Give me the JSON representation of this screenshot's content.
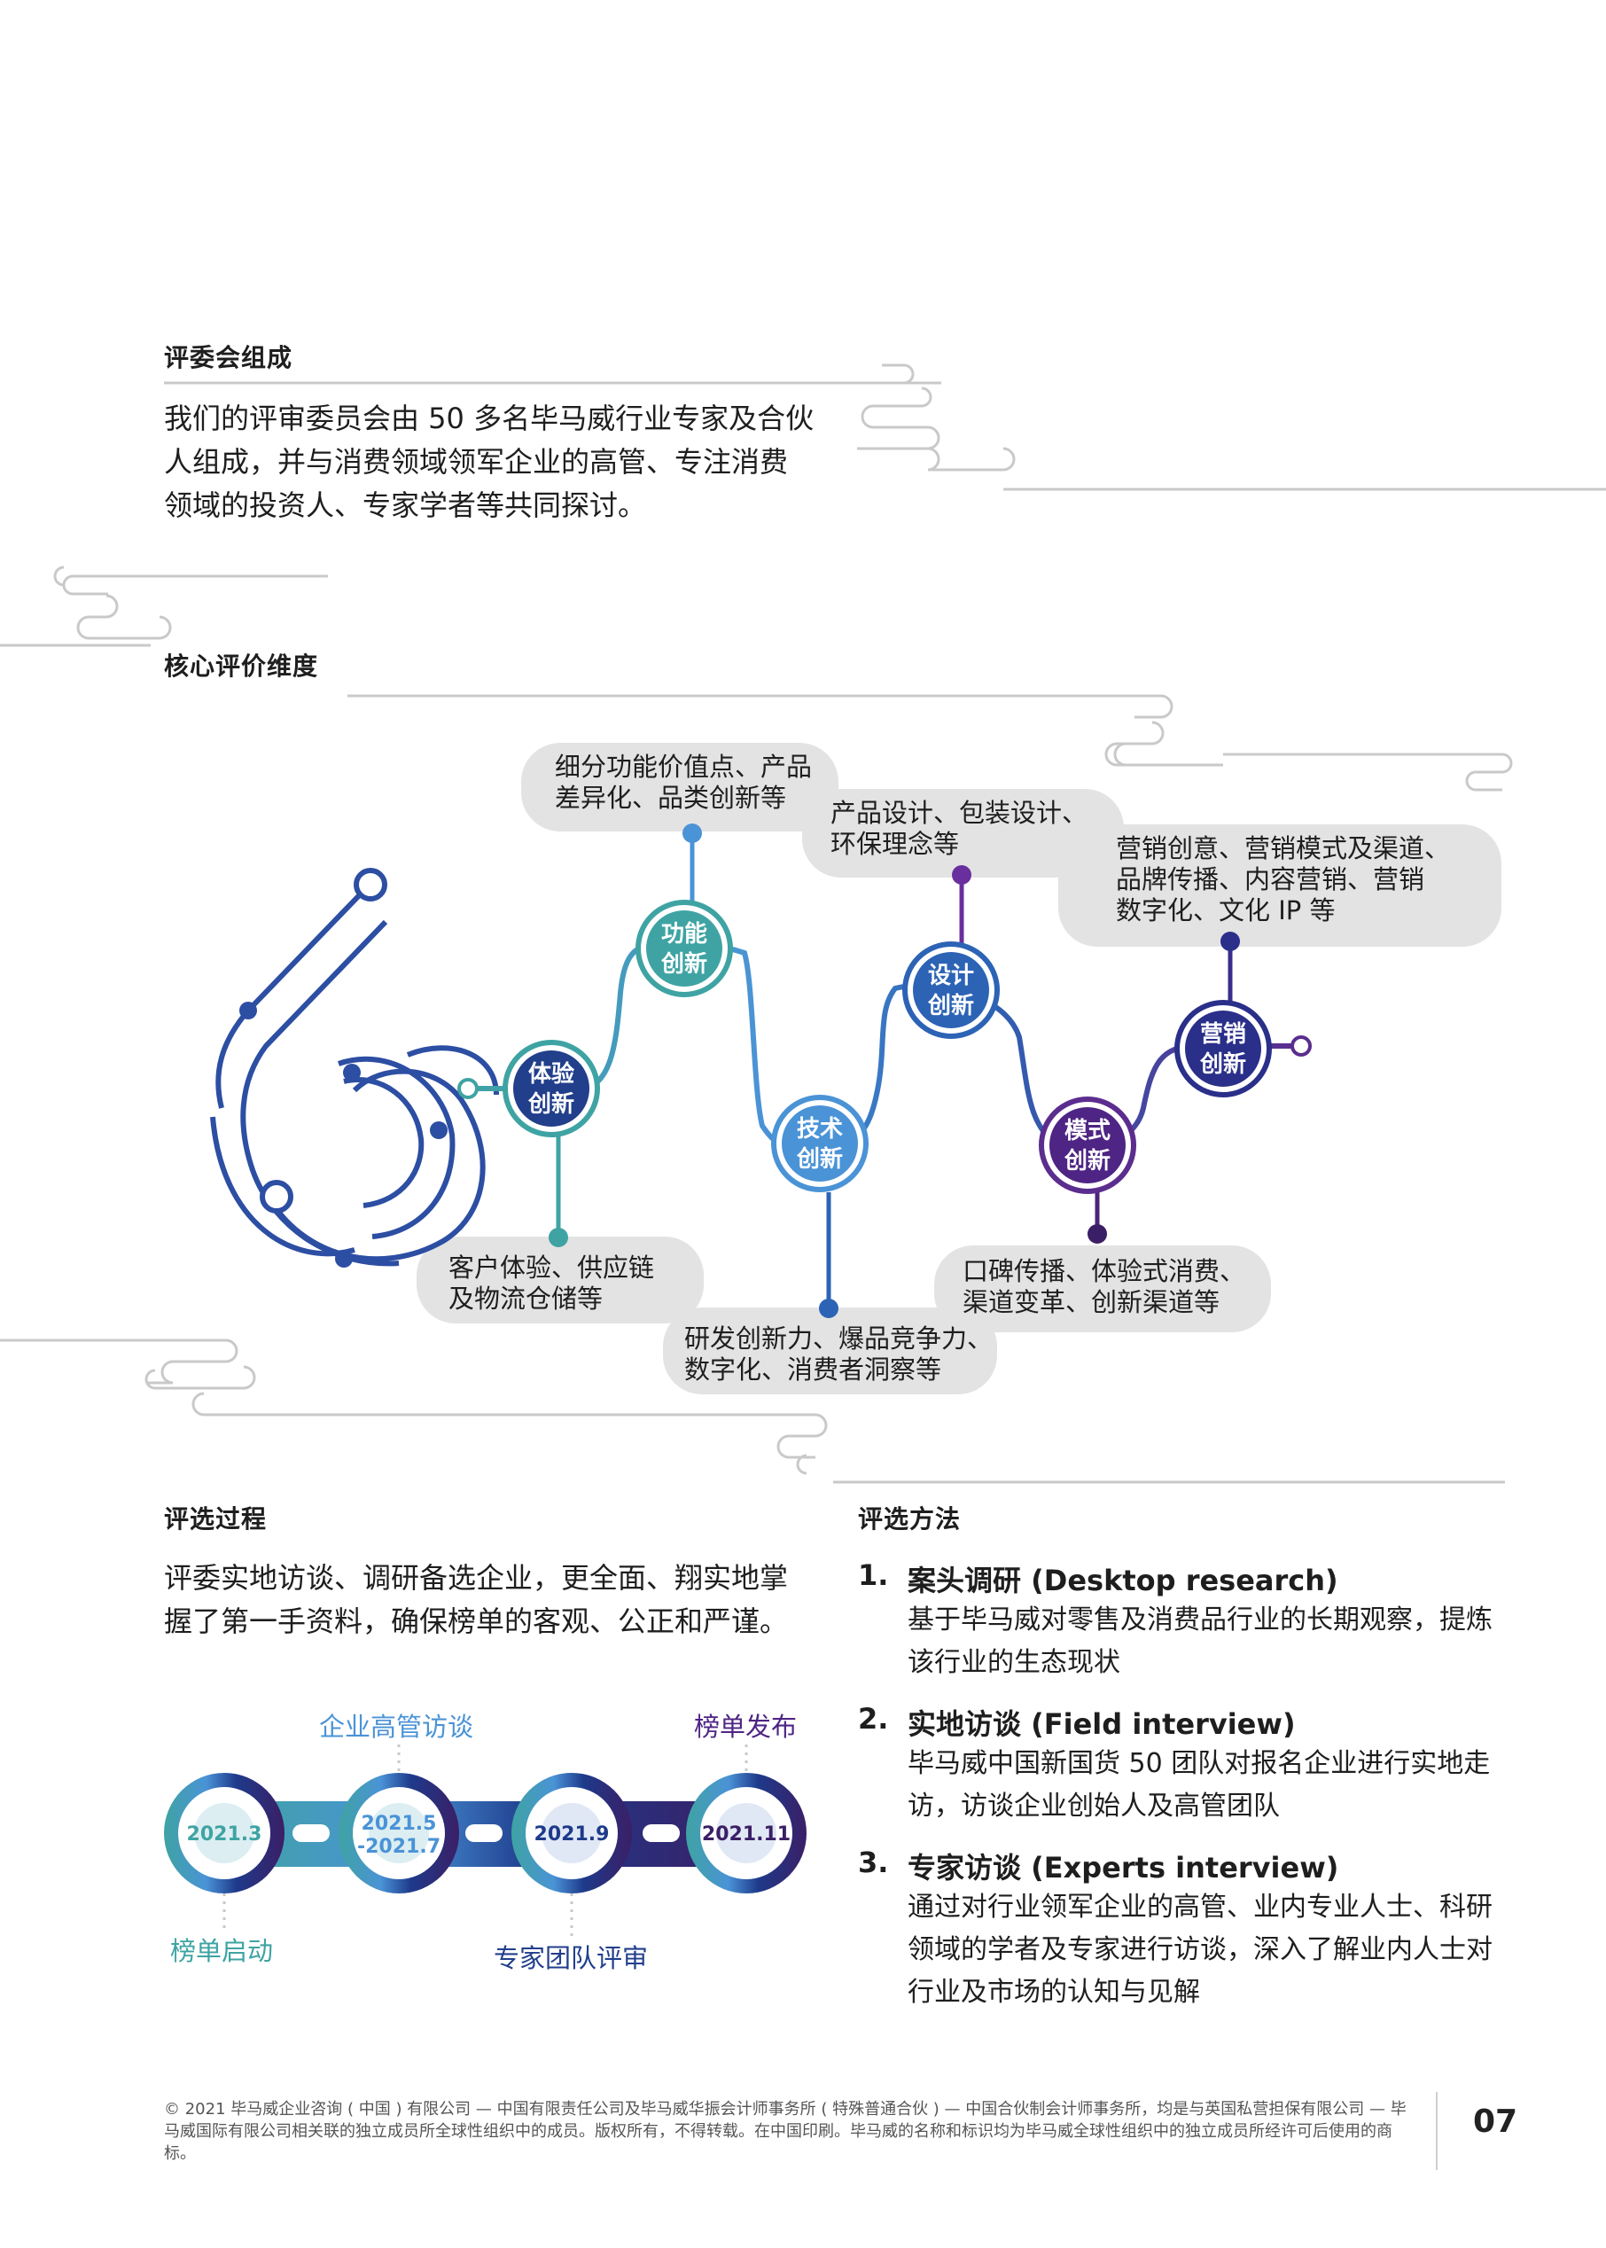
{
  "committee": {
    "title": "评委会组成",
    "lines": [
      "我们的评审委员会由 50 多名毕马威行业专家及合伙",
      "人组成，并与消费领域领军企业的高管、专注消费",
      "领域的投资人、专家学者等共同探讨。"
    ]
  },
  "dimensions": {
    "title": "核心评价维度",
    "nodes": {
      "experience": [
        "体验",
        "创新"
      ],
      "function": [
        "功能",
        "创新"
      ],
      "tech": [
        "技术",
        "创新"
      ],
      "design": [
        "设计",
        "创新"
      ],
      "model": [
        "模式",
        "创新"
      ],
      "marketing": [
        "营销",
        "创新"
      ]
    },
    "bubbles": {
      "function": [
        "细分功能价值点、产品",
        "差异化、品类创新等"
      ],
      "design": [
        "产品设计、包装设计、",
        "环保理念等"
      ],
      "marketing": [
        "营销创意、营销模式及渠道、",
        "品牌传播、内容营销、营销",
        "数字化、文化 IP 等"
      ],
      "experience": [
        "客户体验、供应链",
        "及物流仓储等"
      ],
      "tech": [
        "研发创新力、爆品竞争力、",
        "数字化、消费者洞察等"
      ],
      "model": [
        "口碑传播、体验式消费、",
        "渠道变革、创新渠道等"
      ]
    },
    "colors": {
      "teal": "#3fa3a3",
      "blue": "#2c63b5",
      "lightblue": "#4a93d6",
      "navy": "#1e3a8a",
      "purple": "#5b2d8e"
    }
  },
  "process": {
    "title": "评选过程",
    "lines": [
      "评委实地访谈、调研备选企业，更全面、翔实地掌",
      "握了第一手资料，确保榜单的客观、公正和严谨。"
    ],
    "timeline": {
      "dates": [
        "2021.3",
        "2021.5",
        "-2021.7",
        "2021.9",
        "2021.11"
      ],
      "labels_top": [
        "企业高管访谈",
        "榜单发布"
      ],
      "labels_bottom": [
        "榜单启动",
        "专家团队评审"
      ]
    }
  },
  "method": {
    "title": "评选方法",
    "items": [
      {
        "num": "1.",
        "title": "案头调研 (Desktop research)",
        "desc": [
          "基于毕马威对零售及消费品行业的长期观察，提炼",
          "该行业的生态现状"
        ]
      },
      {
        "num": "2.",
        "title": "实地访谈 (Field interview)",
        "desc": [
          "毕马威中国新国货 50 团队对报名企业进行实地走",
          "访，访谈企业创始人及高管团队"
        ]
      },
      {
        "num": "3.",
        "title": "专家访谈 (Experts interview)",
        "desc": [
          "通过对行业领军企业的高管、业内专业人士、科研",
          "领域的学者及专家进行访谈，深入了解业内人士对",
          "行业及市场的认知与见解"
        ]
      }
    ]
  },
  "footer": {
    "text": "© 2021 毕马威企业咨询 ( 中国 ) 有限公司 — 中国有限责任公司及毕马威华振会计师事务所 ( 特殊普通合伙 ) — 中国合伙制会计师事务所，均是与英国私营担保有限公司 — 毕马威国际有限公司相关联的独立成员所全球性组织中的成员。版权所有，不得转载。在中国印刷。毕马威的名称和标识均为毕马威全球性组织中的独立成员所经许可后使用的商标。",
    "page": "07"
  }
}
